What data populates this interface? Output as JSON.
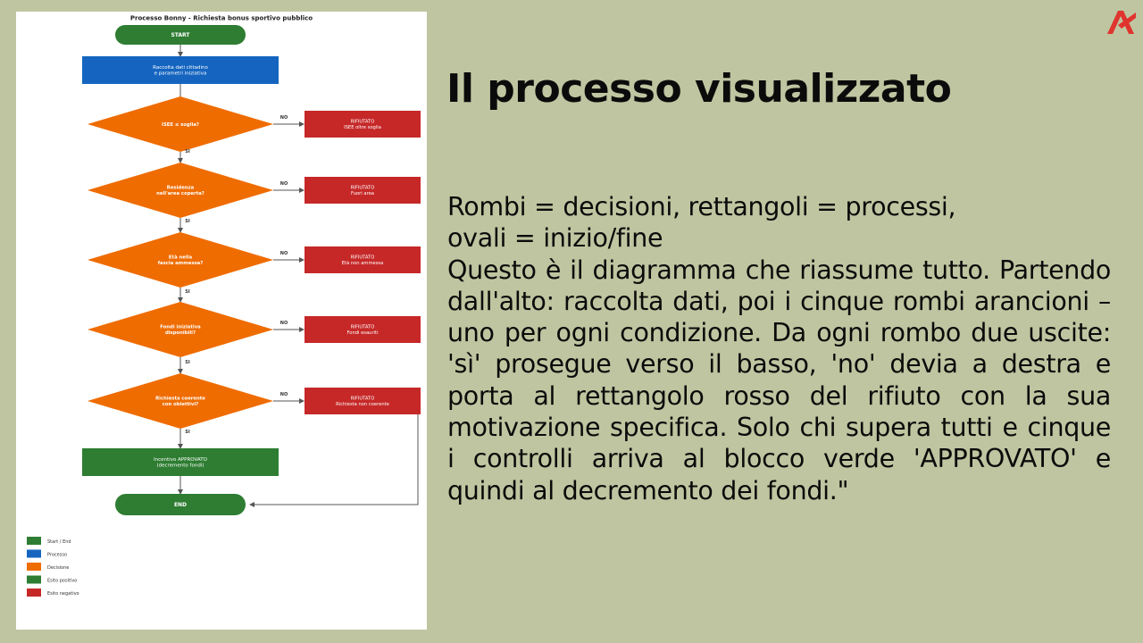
{
  "slide": {
    "title": "Il processo visualizzato",
    "line1": "Rombi = decisioni, rettangoli = processi,",
    "line2": "ovali = inizio/fine",
    "paragraph": "Questo è il diagramma che riassume tutto. Partendo dall'alto: raccolta dati, poi i cinque rombi arancioni – uno per ogni condizione. Da ogni rombo due uscite: 'sì' prosegue verso il basso, 'no' devia a destra e porta al rettangolo rosso del rifiuto con la sua motivazione specifica. Solo chi supera tutti e cinque i controlli arriva al blocco verde 'APPROVATO' e quindi al decremento dei fondi.\""
  },
  "diagram": {
    "title": "Processo Bonny - Richiesta bonus sportivo pubblico",
    "start": "START",
    "end": "END",
    "process": [
      "Raccolta dati cittadino",
      "e parametri iniziativa"
    ],
    "decisions": [
      [
        "ISEE ≤ soglia?"
      ],
      [
        "Residenza",
        "nell'area coperta?"
      ],
      [
        "Età nella",
        "fascia ammessa?"
      ],
      [
        "Fondi iniziativa",
        "disponibili?"
      ],
      [
        "Richiesta coerente",
        "con obiettivi?"
      ]
    ],
    "rejections": [
      [
        "RIFIUTATO",
        "ISEE oltre soglia"
      ],
      [
        "RIFIUTATO",
        "Fuori area"
      ],
      [
        "RIFIUTATO",
        "Età non ammessa"
      ],
      [
        "RIFIUTATO",
        "Fondi esauriti"
      ],
      [
        "RIFIUTATO",
        "Richiesta non coerente"
      ]
    ],
    "approved": [
      "Incentivo APPROVATO",
      "(decremento fondi)"
    ],
    "yes_label": "SI",
    "no_label": "NO",
    "legend": [
      "Start / End",
      "Processo",
      "Decisione",
      "Esito positivo",
      "Esito negativo"
    ],
    "colors": {
      "terminal": "#2e7d32",
      "process": "#1565c0",
      "decision": "#ef6c00",
      "positive": "#2e7d32",
      "negative": "#c62828",
      "line": "#555555"
    }
  }
}
